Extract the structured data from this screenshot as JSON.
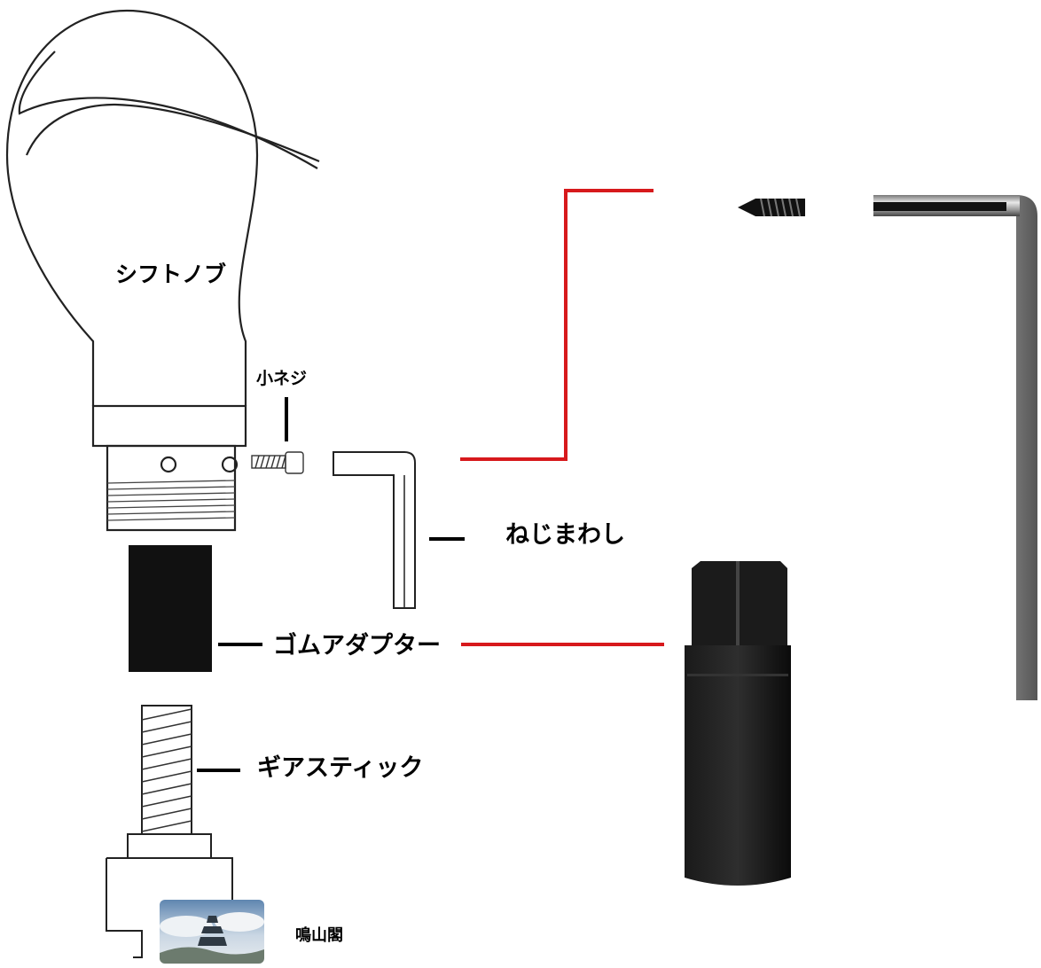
{
  "labels": {
    "knob": "シフトノブ",
    "screw": "小ネジ",
    "wrench": "ねじまわし",
    "adapter": "ゴムアダプター",
    "stick": "ギアスティック",
    "watermark": "鳴山閣"
  },
  "colors": {
    "leader_red": "#d7191c",
    "leader_black": "#000000",
    "rubber": "#111111",
    "outline": "#222222"
  }
}
